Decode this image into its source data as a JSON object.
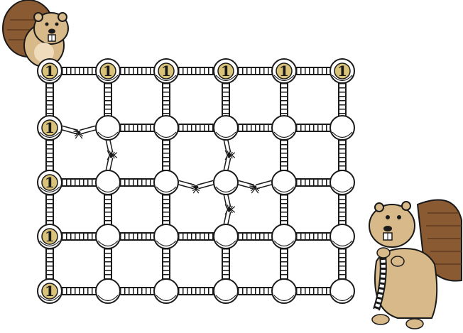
{
  "puzzle": {
    "rows": 5,
    "cols": 6,
    "badge_text": "1",
    "labeled_nodes": [
      [
        0,
        0
      ],
      [
        0,
        1
      ],
      [
        0,
        2
      ],
      [
        0,
        3
      ],
      [
        0,
        4
      ],
      [
        0,
        5
      ],
      [
        1,
        0
      ],
      [
        2,
        0
      ],
      [
        3,
        0
      ],
      [
        4,
        0
      ]
    ],
    "broken_ropes": [
      {
        "a": [
          1,
          0
        ],
        "b": [
          1,
          1
        ]
      },
      {
        "a": [
          1,
          1
        ],
        "b": [
          2,
          1
        ]
      },
      {
        "a": [
          1,
          3
        ],
        "b": [
          2,
          3
        ]
      },
      {
        "a": [
          2,
          2
        ],
        "b": [
          2,
          3
        ]
      },
      {
        "a": [
          2,
          3
        ],
        "b": [
          2,
          4
        ]
      },
      {
        "a": [
          2,
          3
        ],
        "b": [
          3,
          3
        ]
      }
    ]
  },
  "colors": {
    "rope_outline": "#1a1a1a",
    "node_fill": "#ffffff",
    "badge_fill": "#d9c27a",
    "badge_text": "#1a1a1a",
    "beaver_body": "#d8b98a",
    "beaver_belly": "#efdcbc",
    "beaver_tail": "#8a5a33",
    "beaver_tail_dark": "#5e3a1f"
  },
  "decor": {
    "top_beaver": "beaver-with-tail",
    "bottom_beaver": "beaver-holding-rope"
  }
}
